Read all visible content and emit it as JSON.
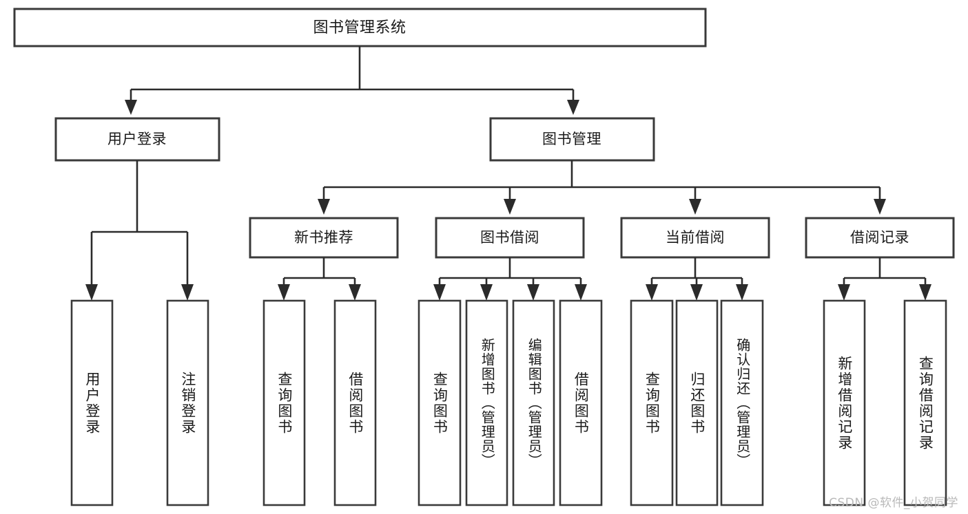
{
  "diagram": {
    "type": "tree-hierarchy",
    "title": "图书管理系统",
    "watermark": "CSDN @软件_小贺同学",
    "colors": {
      "box_stroke": "#3a3a3a",
      "connector": "#2b2b2b",
      "box_fill": "#ffffff",
      "text": "#1a1a1a",
      "watermark": "#b9b9b9",
      "background": "#ffffff"
    },
    "root": {
      "label": "图书管理系统"
    },
    "level2": [
      {
        "label": "用户登录"
      },
      {
        "label": "图书管理"
      }
    ],
    "level3": [
      {
        "label": "新书推荐"
      },
      {
        "label": "图书借阅"
      },
      {
        "label": "当前借阅"
      },
      {
        "label": "借阅记录"
      }
    ],
    "leaves": {
      "user_login": [
        {
          "label": "用户登录"
        },
        {
          "label": "注销登录"
        }
      ],
      "new_book_recommend": [
        {
          "label": "查询图书"
        },
        {
          "label": "借阅图书"
        }
      ],
      "book_borrow": [
        {
          "label": "查询图书"
        },
        {
          "label": "新增图书（管理员）"
        },
        {
          "label": "编辑图书（管理员）"
        },
        {
          "label": "借阅图书"
        }
      ],
      "current_borrow": [
        {
          "label": "查询图书"
        },
        {
          "label": "归还图书"
        },
        {
          "label": "确认归还（管理员）"
        }
      ],
      "borrow_record": [
        {
          "label": "新增借阅记录"
        },
        {
          "label": "查询借阅记录"
        }
      ]
    }
  }
}
